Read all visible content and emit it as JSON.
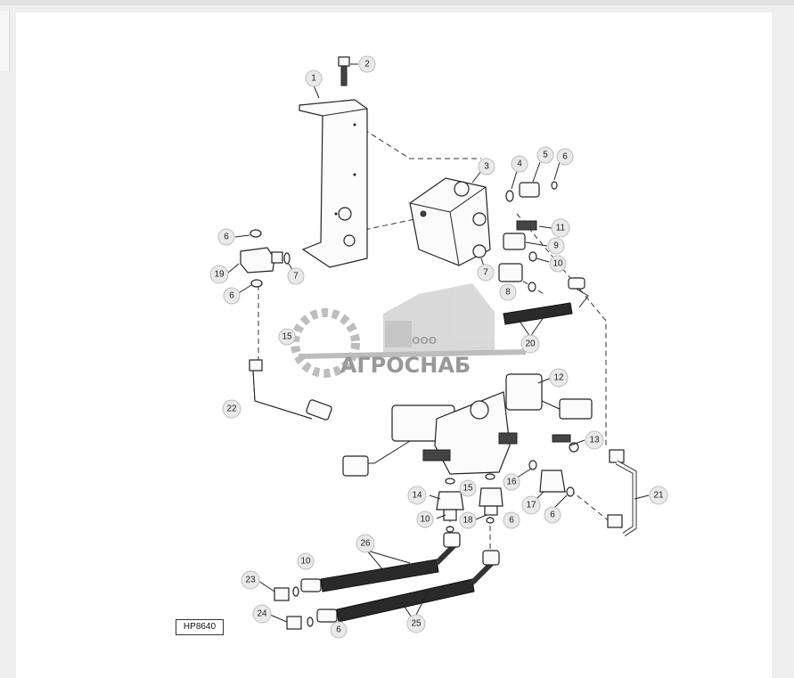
{
  "diagram": {
    "code": "HP8640",
    "callouts": [
      {
        "n": "1"
      },
      {
        "n": "2"
      },
      {
        "n": "3"
      },
      {
        "n": "4"
      },
      {
        "n": "5"
      },
      {
        "n": "6"
      },
      {
        "n": "11"
      },
      {
        "n": "9"
      },
      {
        "n": "10"
      },
      {
        "n": "6"
      },
      {
        "n": "19"
      },
      {
        "n": "6"
      },
      {
        "n": "7"
      },
      {
        "n": "7"
      },
      {
        "n": "8"
      },
      {
        "n": "15"
      },
      {
        "n": "20"
      },
      {
        "n": "22"
      },
      {
        "n": "12"
      },
      {
        "n": "13"
      },
      {
        "n": "21"
      },
      {
        "n": "14"
      },
      {
        "n": "15"
      },
      {
        "n": "16"
      },
      {
        "n": "17"
      },
      {
        "n": "6"
      },
      {
        "n": "10"
      },
      {
        "n": "18"
      },
      {
        "n": "6"
      },
      {
        "n": "26"
      },
      {
        "n": "10"
      },
      {
        "n": "23"
      },
      {
        "n": "24"
      },
      {
        "n": "6"
      },
      {
        "n": "25"
      }
    ]
  },
  "watermark": {
    "small_text": "ООО",
    "brand_text": "АГРОСНАБ"
  }
}
